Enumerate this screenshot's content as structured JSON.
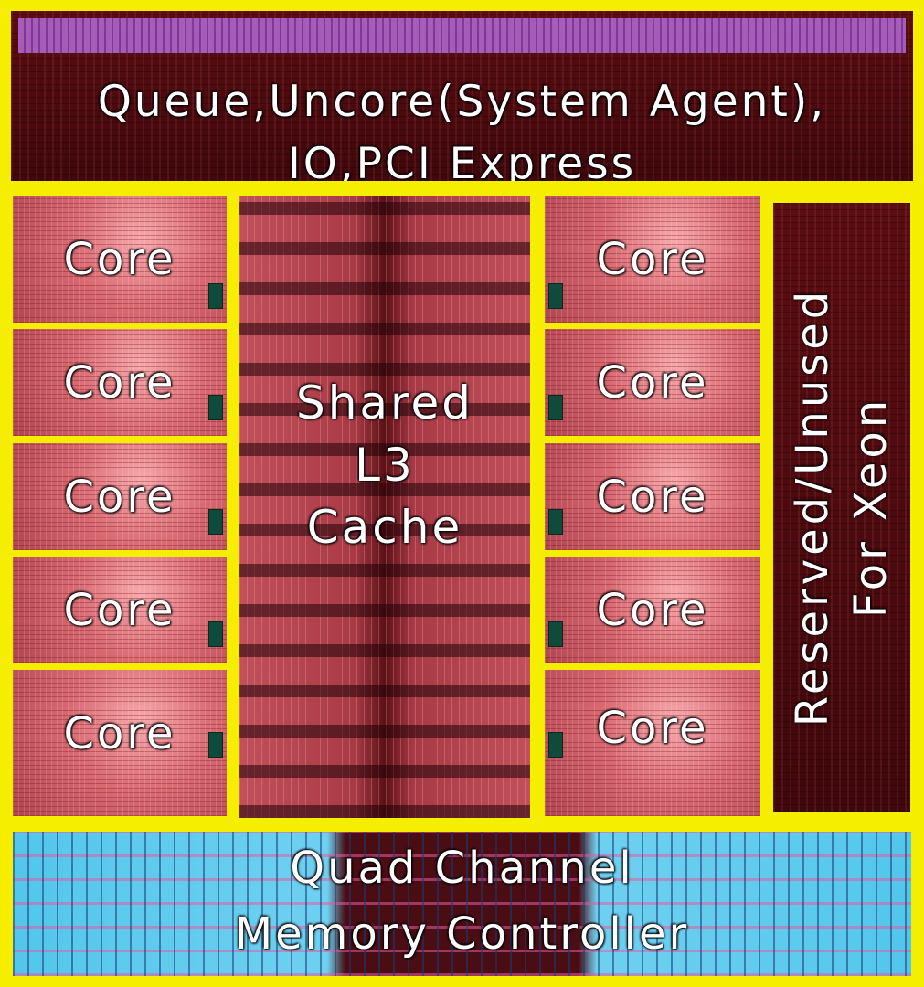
{
  "uncore": {
    "line1": "Queue,Uncore(System Agent),",
    "line2": "IO,PCI Express"
  },
  "cores_left": [
    "Core",
    "Core",
    "Core",
    "Core",
    "Core"
  ],
  "cores_right": [
    "Core",
    "Core",
    "Core",
    "Core",
    "Core"
  ],
  "cache": {
    "line1": "Shared",
    "line2": "L3",
    "line3": "Cache"
  },
  "reserved": {
    "line1": "Reserved/Unused",
    "line2": "For Xeon"
  },
  "memory": {
    "line1": "Quad Channel",
    "line2": "Memory Controller"
  },
  "colors": {
    "border": "#f6ee00",
    "core": "#d96a72",
    "cache": "#a83a46",
    "memory": "#53c6ec",
    "dark": "#4b0d14"
  }
}
